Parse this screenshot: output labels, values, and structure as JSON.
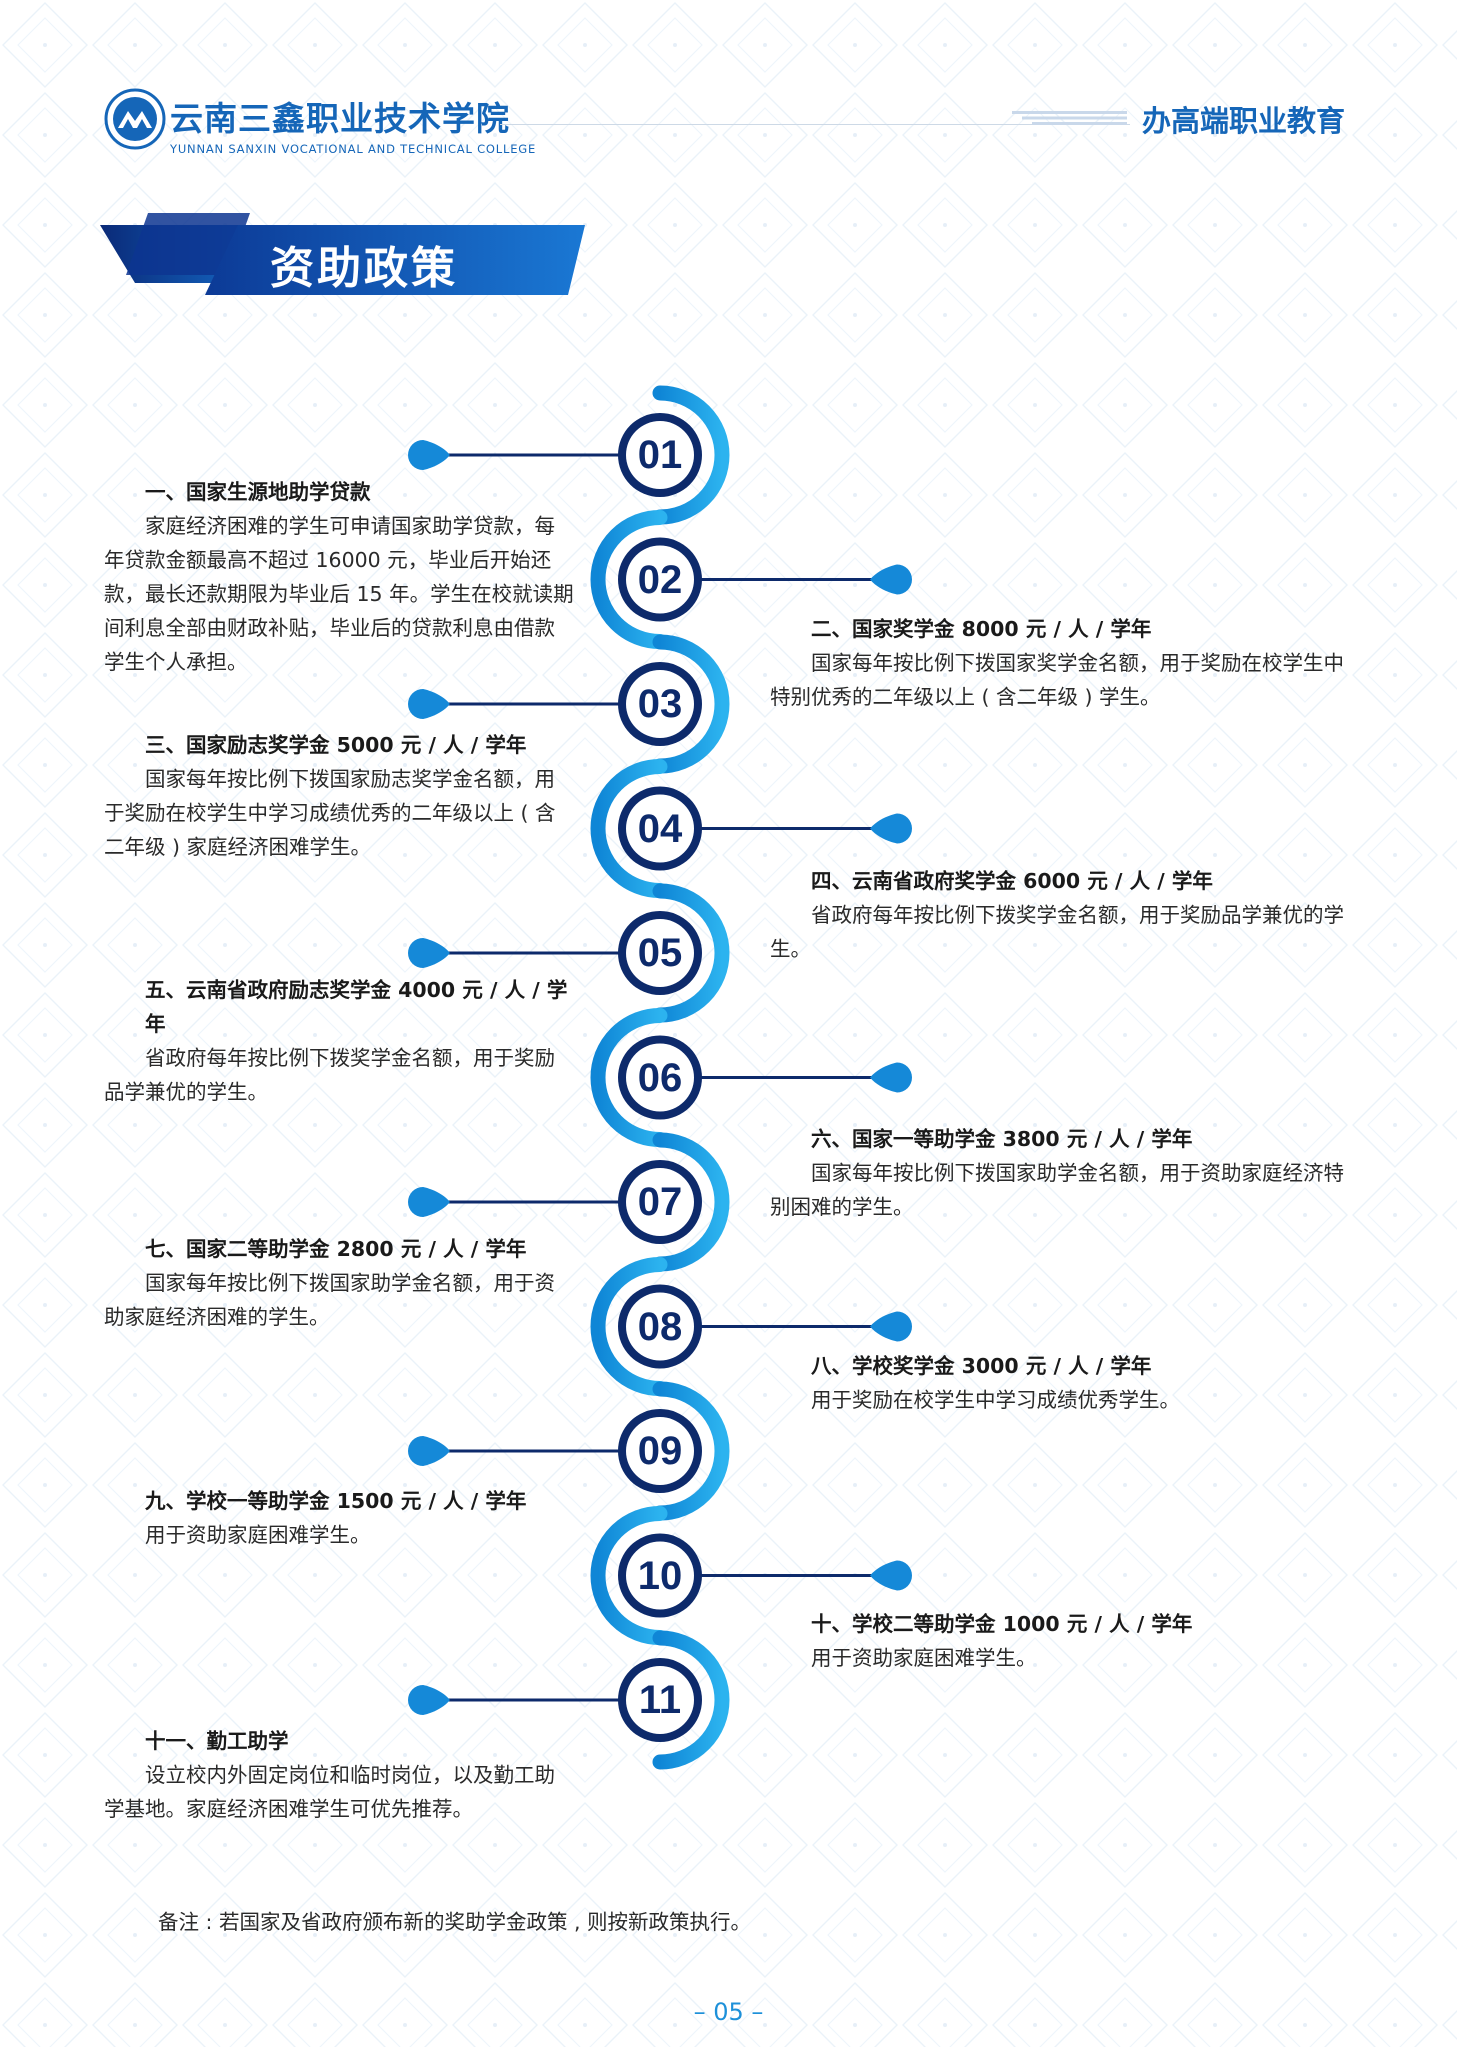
{
  "header": {
    "school_cn": "云南三鑫职业技术学院",
    "school_en": "YUNNAN SANXIN VOCATIONAL AND TECHNICAL COLLEGE",
    "slogan": "办高端职业教育"
  },
  "section": {
    "title": "资助政策"
  },
  "colors": {
    "primary": "#1566b8",
    "navy": "#0d2a6b",
    "accent": "#1d90d9",
    "light": "#1ea3e6"
  },
  "icons": {
    "logo": "college-emblem-icon"
  },
  "timeline": [
    {
      "num": "01",
      "side": "left",
      "title": "一、国家生源地助学贷款",
      "body": "家庭经济困难的学生可申请国家助学贷款，每年贷款金额最高不超过 16000 元，毕业后开始还款，最长还款期限为毕业后 15 年。学生在校就读期间利息全部由财政补贴，毕业后的贷款利息由借款学生个人承担。"
    },
    {
      "num": "02",
      "side": "right",
      "title": "二、国家奖学金 8000 元 / 人 / 学年",
      "body": "国家每年按比例下拨国家奖学金名额，用于奖励在校学生中特别优秀的二年级以上 ( 含二年级 ) 学生。"
    },
    {
      "num": "03",
      "side": "left",
      "title": "三、国家励志奖学金 5000 元 / 人 / 学年",
      "body": "国家每年按比例下拨国家励志奖学金名额，用于奖励在校学生中学习成绩优秀的二年级以上 ( 含二年级 ) 家庭经济困难学生。"
    },
    {
      "num": "04",
      "side": "right",
      "title": "四、云南省政府奖学金 6000 元 / 人 / 学年",
      "body": "省政府每年按比例下拨奖学金名额，用于奖励品学兼优的学生。"
    },
    {
      "num": "05",
      "side": "left",
      "title": "五、云南省政府励志奖学金 4000 元 / 人 / 学年",
      "body": "省政府每年按比例下拨奖学金名额，用于奖励品学兼优的学生。"
    },
    {
      "num": "06",
      "side": "right",
      "title": "六、国家一等助学金 3800 元 / 人 / 学年",
      "body": "国家每年按比例下拨国家助学金名额，用于资助家庭经济特别困难的学生。"
    },
    {
      "num": "07",
      "side": "left",
      "title": "七、国家二等助学金 2800 元 / 人 / 学年",
      "body": "国家每年按比例下拨国家助学金名额，用于资助家庭经济困难的学生。"
    },
    {
      "num": "08",
      "side": "right",
      "title": "八、学校奖学金 3000 元 / 人 / 学年",
      "body": "用于奖励在校学生中学习成绩优秀学生。"
    },
    {
      "num": "09",
      "side": "left",
      "title": "九、学校一等助学金 1500 元 / 人 / 学年",
      "body": "用于资助家庭困难学生。"
    },
    {
      "num": "10",
      "side": "right",
      "title": "十、学校二等助学金 1000 元 / 人 / 学年",
      "body": "用于资助家庭困难学生。"
    },
    {
      "num": "11",
      "side": "left",
      "title": "十一、勤工助学",
      "body": "设立校内外固定岗位和临时岗位，以及勤工助学基地。家庭经济困难学生可优先推荐。"
    }
  ],
  "note": "备注 : 若国家及省政府颁布新的奖助学金政策 , 则按新政策执行。",
  "page_number": "– 05 –"
}
